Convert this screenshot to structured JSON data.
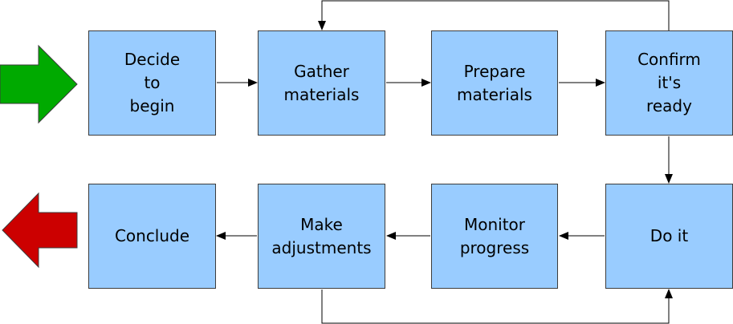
{
  "steps": {
    "decide": "Decide\nto\nbegin",
    "gather": "Gather\nmaterials",
    "prepare": "Prepare\nmaterials",
    "confirm": "Confirm\nit's\nready",
    "conclude": "Conclude",
    "adjust": "Make\nadjustments",
    "monitor": "Monitor\nprogress",
    "do_it": "Do it"
  },
  "colors": {
    "box_fill": "#99ccff",
    "box_border": "#3c3c3c",
    "start_arrow": "#00aa00",
    "end_arrow": "#cc0000",
    "connector": "#000000"
  }
}
